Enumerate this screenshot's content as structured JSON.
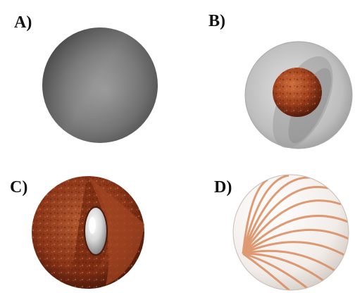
{
  "panels": [
    {
      "label": "A)",
      "depiction": "solid-grey-sphere"
    },
    {
      "label": "B)",
      "depiction": "transparent-shell-with-rusty-core"
    },
    {
      "label": "C)",
      "depiction": "cutaway-rusty-sphere-with-white-core"
    },
    {
      "label": "D)",
      "depiction": "sphere-with-meridian-stripes"
    }
  ],
  "colors": {
    "background": "#ffffff",
    "grey_sphere": "#6e6e6e",
    "shell": "#c9c9c9",
    "rust": "#9a3b1c",
    "stripe": "#d98a5c"
  }
}
